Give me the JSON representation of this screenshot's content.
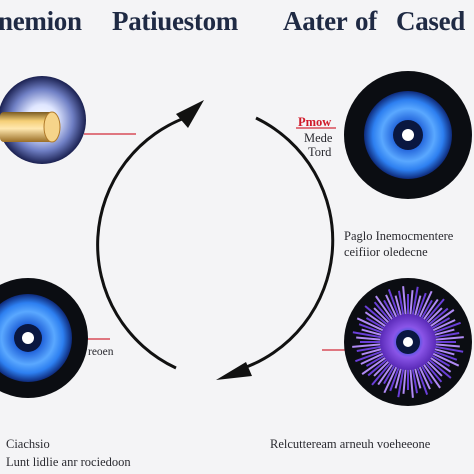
{
  "title": {
    "part1": "nemion",
    "part2": "Patiuestom",
    "part3": "Aater",
    "part4": "of",
    "part5": "Cased"
  },
  "labels": {
    "top_right_red": "Pmow",
    "top_right_line1": "Mede",
    "top_right_line2": "Tord",
    "mid_right_line1": "Paglo Inemocmentere",
    "mid_right_line2": "ceifiior oledecne",
    "left_mid": "reoen",
    "bottom_left_line1": "Ciachsio",
    "bottom_left_line2": "Lunt lidlie anr rociedoon",
    "bottom_right": "Relcutteream arneuh voeheeone"
  },
  "colors": {
    "arrow": "#111111",
    "leader": "#d22a3a",
    "iris": "#2d7ff0",
    "pupil": "#0a1740",
    "disc": "#0b0d12",
    "flower": "#7b4be0",
    "title": "#1f2a44"
  }
}
